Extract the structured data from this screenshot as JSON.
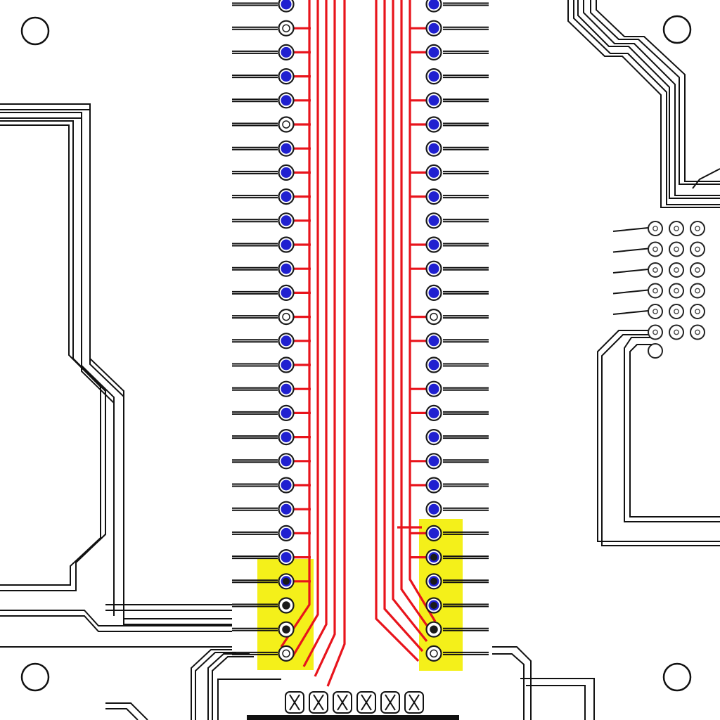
{
  "diagram": {
    "kind": "pcb-layout",
    "left_header": {
      "pin_count": 28,
      "pad_fill_color": "#2020d0",
      "pad_ring_color": "#1a1a1a",
      "highlighted_pins": [
        25,
        26,
        27,
        28
      ],
      "hollow_pins": [
        2,
        6,
        14,
        26,
        27,
        28
      ]
    },
    "right_header": {
      "pin_count": 28,
      "pad_fill_color": "#2020d0",
      "pad_ring_color": "#1a1a1a",
      "highlighted_pins": [
        23,
        24,
        25,
        26,
        27,
        28
      ],
      "hollow_pins": [
        14,
        27,
        28
      ]
    },
    "small_connector": {
      "rows": 6,
      "cols": 3
    },
    "bottom_chip": {
      "pad_count": 6
    },
    "mounting_holes": 4,
    "colors": {
      "board": "#ffffff",
      "outline_trace": "#111111",
      "signal_trace": "#e8141c",
      "highlight": "#f4f01a",
      "pad_center_hollow": "#ffffff"
    }
  }
}
